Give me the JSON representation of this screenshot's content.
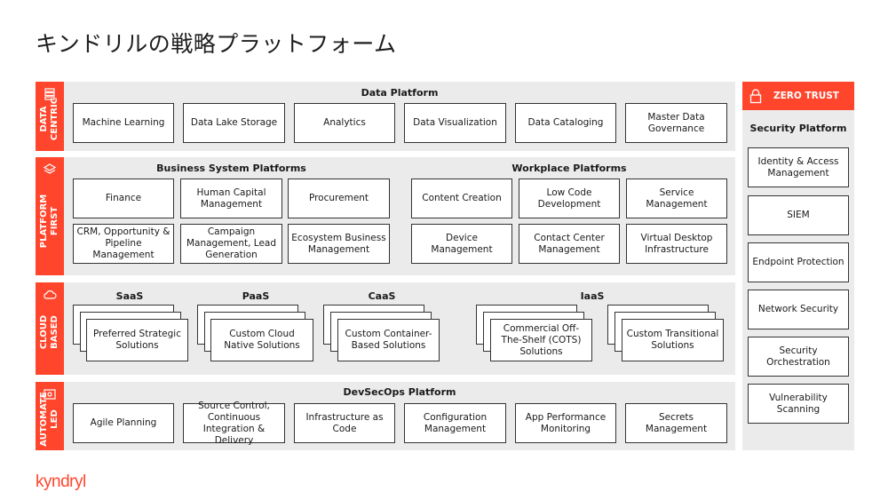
{
  "title": "キンドリルの戦略プラットフォーム",
  "bands": {
    "data": {
      "label_line1": "DATA",
      "label_line2": "CENTRIC",
      "heading": "Data Platform",
      "items": [
        "Machine Learning",
        "Data Lake Storage",
        "Analytics",
        "Data Visualization",
        "Data Cataloging",
        "Master Data Governance"
      ]
    },
    "platform": {
      "label_line1": "PLATFORM",
      "label_line2": "FIRST",
      "business_heading": "Business System Platforms",
      "business_items": [
        "Finance",
        "Human Capital Management",
        "Procurement",
        "CRM, Opportunity & Pipeline Management",
        "Campaign Management, Lead Generation",
        "Ecosystem Business Management"
      ],
      "workplace_heading": "Workplace Platforms",
      "workplace_items": [
        "Content Creation",
        "Low Code Development",
        "Service Management",
        "Device Management",
        "Contact Center Management",
        "Virtual Desktop Infrastructure"
      ]
    },
    "cloud": {
      "label_line1": "CLOUD",
      "label_line2": "BASED",
      "saas_heading": "SaaS",
      "saas_item": "Preferred Strategic Solutions",
      "paas_heading": "PaaS",
      "paas_item": "Custom Cloud Native Solutions",
      "caas_heading": "CaaS",
      "caas_item": "Custom Container-Based Solutions",
      "iaas_heading": "IaaS",
      "iaas_item1": "Commercial Off-The-Shelf (COTS) Solutions",
      "iaas_item2": "Custom Transitional Solutions"
    },
    "automate": {
      "label_line1": "AUTOMATE",
      "label_line2": "LED",
      "heading": "DevSecOps Platform",
      "items": [
        "Agile Planning",
        "Source Control, Continuous Integration & Delivery",
        "Infrastructure as Code",
        "Configuration Management",
        "App Performance Monitoring",
        "Secrets Management"
      ]
    }
  },
  "zero_trust": {
    "header": "ZERO TRUST",
    "subheading": "Security Platform",
    "items": [
      "Identity & Access Management",
      "SIEM",
      "Endpoint Protection",
      "Network Security",
      "Security Orchestration",
      "Vulnerability Scanning"
    ]
  },
  "logo": "kyndryl",
  "colors": {
    "accent": "#ff462d",
    "band_bg": "#ebebeb"
  },
  "icons": [
    "database-icon",
    "layers-icon",
    "cloud-icon",
    "automation-icon",
    "lock-icon"
  ]
}
